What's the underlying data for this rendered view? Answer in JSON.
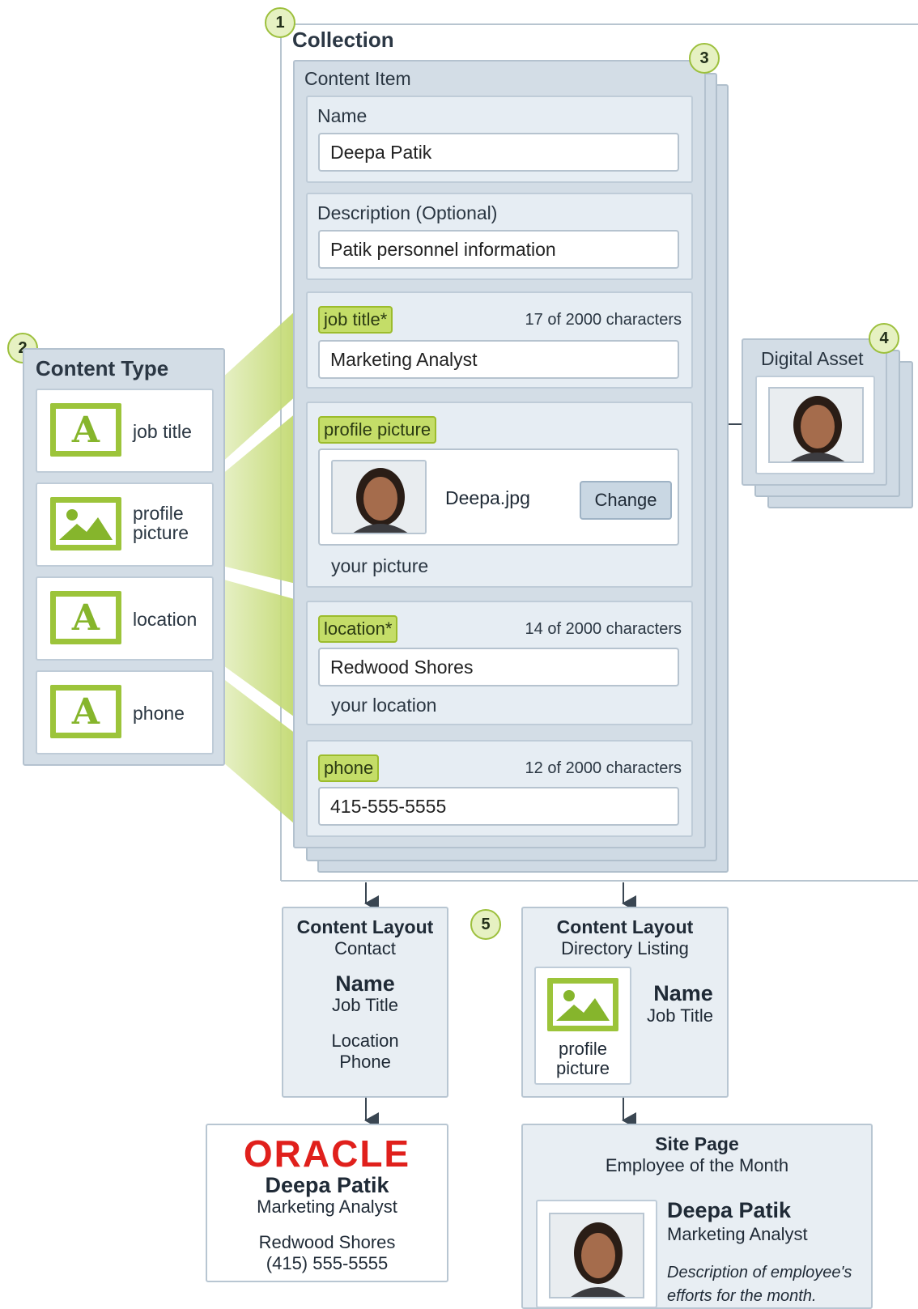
{
  "collection": {
    "badge": "1",
    "title": "Collection",
    "item_badge": "3",
    "content_item_title": "Content Item",
    "name": {
      "label": "Name",
      "value": "Deepa Patik"
    },
    "description": {
      "label": "Description (Optional)",
      "value": "Patik personnel information"
    },
    "job_title": {
      "tag": "job title*",
      "count": "17 of 2000 characters",
      "value": "Marketing Analyst"
    },
    "profile_picture": {
      "tag": "profile picture",
      "filename": "Deepa.jpg",
      "change_label": "Change",
      "hint": "your picture"
    },
    "location": {
      "tag": "location*",
      "count": "14 of 2000 characters",
      "value": "Redwood Shores",
      "hint": "your location"
    },
    "phone": {
      "tag": "phone",
      "count": "12 of 2000 characters",
      "value": "415-555-5555"
    }
  },
  "content_type": {
    "badge": "2",
    "title": "Content Type",
    "items": [
      {
        "label": "job title",
        "icon": "text-a-icon"
      },
      {
        "label": "profile picture",
        "icon": "image-icon"
      },
      {
        "label": "location",
        "icon": "text-a-icon"
      },
      {
        "label": "phone",
        "icon": "text-a-icon"
      }
    ]
  },
  "digital_asset": {
    "badge": "4",
    "title": "Digital Asset"
  },
  "layouts_badge": "5",
  "layout_contact": {
    "title": "Content Layout",
    "subtitle": "Contact",
    "name": "Name",
    "job": "Job Title",
    "location": "Location",
    "phone": "Phone"
  },
  "layout_directory": {
    "title": "Content Layout",
    "subtitle": "Directory Listing",
    "picture_label": "profile picture",
    "name": "Name",
    "job": "Job Title"
  },
  "oracle_card": {
    "logo": "ORACLE",
    "name": "Deepa Patik",
    "job": "Marketing Analyst",
    "location": "Redwood Shores",
    "phone": "(415) 555-5555"
  },
  "site_page": {
    "title": "Site Page",
    "subtitle": "Employee of the Month",
    "name": "Deepa Patik",
    "job": "Marketing Analyst",
    "description": "Description of employee's efforts for the month."
  },
  "colors": {
    "accent_green": "#9cc43a",
    "panel_blue": "#d3dde6"
  }
}
